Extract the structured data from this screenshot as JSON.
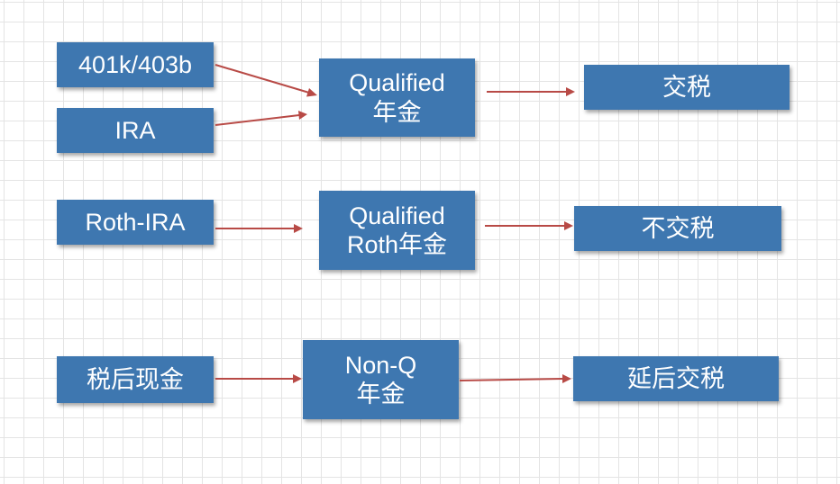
{
  "diagram": {
    "rows": [
      {
        "sources": [
          "401k/403b",
          "IRA"
        ],
        "middle": [
          "Qualified",
          "年金"
        ],
        "result": "交税"
      },
      {
        "sources": [
          "Roth-IRA"
        ],
        "middle": [
          "Qualified",
          "Roth年金"
        ],
        "result": "不交税"
      },
      {
        "sources": [
          "税后现金"
        ],
        "middle": [
          "Non-Q",
          "年金"
        ],
        "result": "延后交税"
      }
    ],
    "colors": {
      "box_fill": "#3e77b0",
      "box_text": "#ffffff",
      "arrow": "#b84a46",
      "grid": "#e4e4e4"
    }
  }
}
